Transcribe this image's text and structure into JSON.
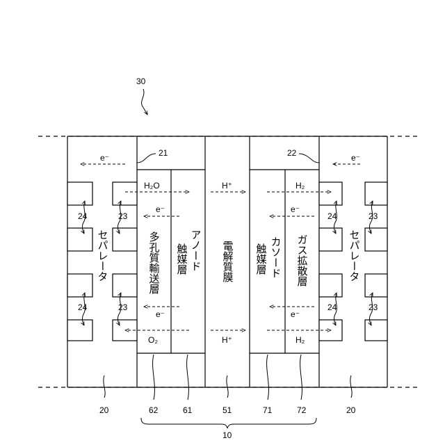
{
  "figure_ref": "30",
  "assembly_ref": "10",
  "refs": {
    "sep_left": "20",
    "sep_right": "20",
    "anode_pore": "62",
    "anode_cat": "61",
    "membrane": "51",
    "cathode_cat": "71",
    "gdl": "72",
    "top_left": "21",
    "top_right": "22",
    "ch24_l1": "24",
    "ch24_l2": "24",
    "ch23_l1": "23",
    "ch23_l2": "23",
    "ch24_r1": "24",
    "ch24_r2": "24",
    "ch23_r1": "23",
    "ch23_r2": "23"
  },
  "labels": {
    "separator_left": "セパレータ",
    "porous_layer": "多孔質輸送層",
    "anode_catalyst": "アノード触媒層",
    "membrane": "電解質膜",
    "cathode_catalyst": "カソード触媒層",
    "gdl": "ガス拡散層",
    "separator_right": "セパレータ"
  },
  "species": {
    "e_top_left": "e⁻",
    "e_top_right": "e⁻",
    "h2o": "H₂O",
    "h_top": "H⁺",
    "h2_top": "H₂",
    "e_anode_top": "e⁻",
    "e_cathode_top": "e⁻",
    "e_anode_bot": "e⁻",
    "e_cathode_bot": "e⁻",
    "o2": "O₂",
    "h_bot": "H⁺",
    "h2_bot": "H₂"
  }
}
